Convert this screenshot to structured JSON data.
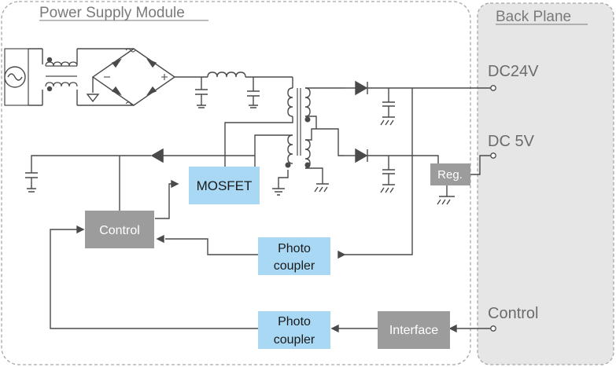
{
  "module_title": "Power Supply Module",
  "backplane_title": "Back Plane",
  "blocks": {
    "mosfet": "MOSFET",
    "control": "Control",
    "photo_coupler_1": [
      "Photo",
      "coupler"
    ],
    "photo_coupler_2": [
      "Photo",
      "coupler"
    ],
    "interface": "Interface",
    "regulator": "Reg."
  },
  "outputs": {
    "dc24v": "DC24V",
    "dc5v": "DC 5V",
    "control": "Control"
  },
  "colors": {
    "wire": "#4a4a4a",
    "label": "#6b6b6b",
    "blue_block": "#a9d8f5",
    "gray_block": "#9c9c9c",
    "panel_border": "#a6a6a6",
    "backplane_fill": "#e6e6e6"
  }
}
